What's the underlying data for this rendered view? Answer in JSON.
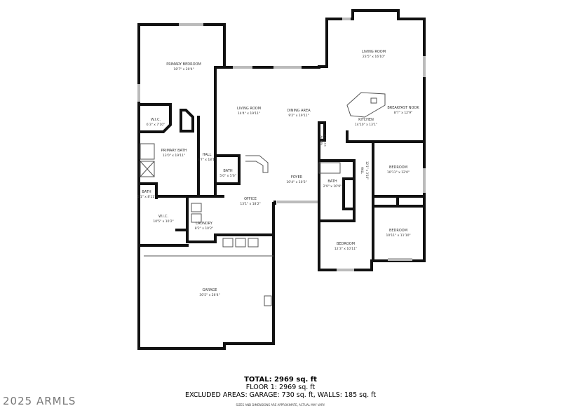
{
  "rooms": {
    "primary_bedroom": {
      "name": "PRIMARY BEDROOM",
      "dim": "18'7\" x 20'4\""
    },
    "wic1": {
      "name": "W.I.C.",
      "dim": "6'3\" x 7'10\""
    },
    "primary_bath": {
      "name": "PRIMARY BATH",
      "dim": "13'0\" x 19'11\""
    },
    "hall1": {
      "name": "HALL",
      "dim": "3'7\" x 18'1\""
    },
    "bath1": {
      "name": "BATH",
      "dim": "5'0\" x 5'6\""
    },
    "bath2": {
      "name": "BATH",
      "dim": "5'1\" x 8'11\""
    },
    "wic2": {
      "name": "W.I.C.",
      "dim": "10'5\" x 10'2\""
    },
    "laundry": {
      "name": "LAUNDRY",
      "dim": "8'2\" x 10'2\""
    },
    "living_room1": {
      "name": "LIVING ROOM",
      "dim": "14'4\" x 19'11\""
    },
    "dining": {
      "name": "DINING AREA",
      "dim": "9'2\" x 19'11\""
    },
    "office": {
      "name": "OFFICE",
      "dim": "13'1\" x 18'2\""
    },
    "foyer": {
      "name": "FOYER",
      "dim": "10'4\" x 10'3\""
    },
    "living_room2": {
      "name": "LIVING ROOM",
      "dim": "23'5\" x 16'10\""
    },
    "breakfast": {
      "name": "BREAKFAST NOOK",
      "dim": "8'7\" x 12'9\""
    },
    "kitchen": {
      "name": "KITCHEN",
      "dim": "14'10\" x 13'1\""
    },
    "pantry": {
      "name": "PANTRY",
      "dim": "3'0\" x 4'3\""
    },
    "hall2": {
      "name": "HALL",
      "dim": "12'1\" x 3'10\""
    },
    "bath3": {
      "name": "BATH",
      "dim": "2'9\" x 10'9\""
    },
    "bedroom1": {
      "name": "BEDROOM",
      "dim": "10'11\" x 12'0\""
    },
    "bedroom2": {
      "name": "BEDROOM",
      "dim": "10'11\" x 11'10\""
    },
    "bedroom3": {
      "name": "BEDROOM",
      "dim": "12'3\" x 10'11\""
    },
    "garage": {
      "name": "GARAGE",
      "dim": "30'5\" x 26'4\""
    }
  },
  "totals": {
    "total": "TOTAL: 2969 sq. ft",
    "floor1": "FLOOR 1: 2969 sq. ft",
    "excluded": "EXCLUDED AREAS: GARAGE: 730 sq. ft, WALLS: 185 sq. ft",
    "disclaimer": "SIZES AND DIMENSIONS ARE APPROXIMATE, ACTUAL MAY VARY."
  },
  "watermark": "2025 ARMLS"
}
